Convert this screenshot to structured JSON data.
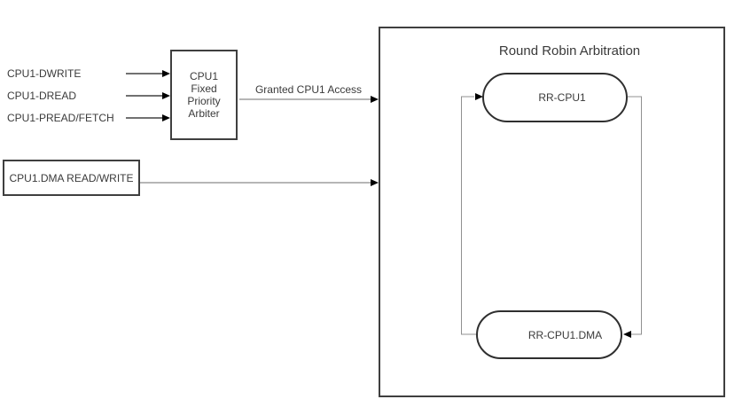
{
  "diagram": {
    "inputs": [
      {
        "id": "cpu1-dwrite",
        "label": "CPU1-DWRITE"
      },
      {
        "id": "cpu1-dread",
        "label": "CPU1-DREAD"
      },
      {
        "id": "cpu1-pread-fetch",
        "label": "CPU1-PREAD/FETCH"
      }
    ],
    "fixed_priority_arbiter": {
      "label": "CPU1\nFixed\nPriority\nArbiter"
    },
    "granted_signal_label": "Granted CPU1 Access",
    "dma_input_box": {
      "label": "CPU1.DMA READ/WRITE"
    },
    "round_robin": {
      "title": "Round Robin Arbitration",
      "nodes": [
        {
          "id": "rr-cpu1",
          "label": "RR-CPU1"
        },
        {
          "id": "rr-cpu1-dma",
          "label": "RR-CPU1.DMA"
        }
      ]
    },
    "colors": {
      "box_border": "#3f3f3f",
      "node_border": "#2f2f2f",
      "input_line": "#1c1c1c",
      "signal_line": "#6e6e6e",
      "loop_line": "#909090",
      "arrowhead": "#000000",
      "text": "#3a3a3a",
      "background": "#ffffff"
    }
  }
}
